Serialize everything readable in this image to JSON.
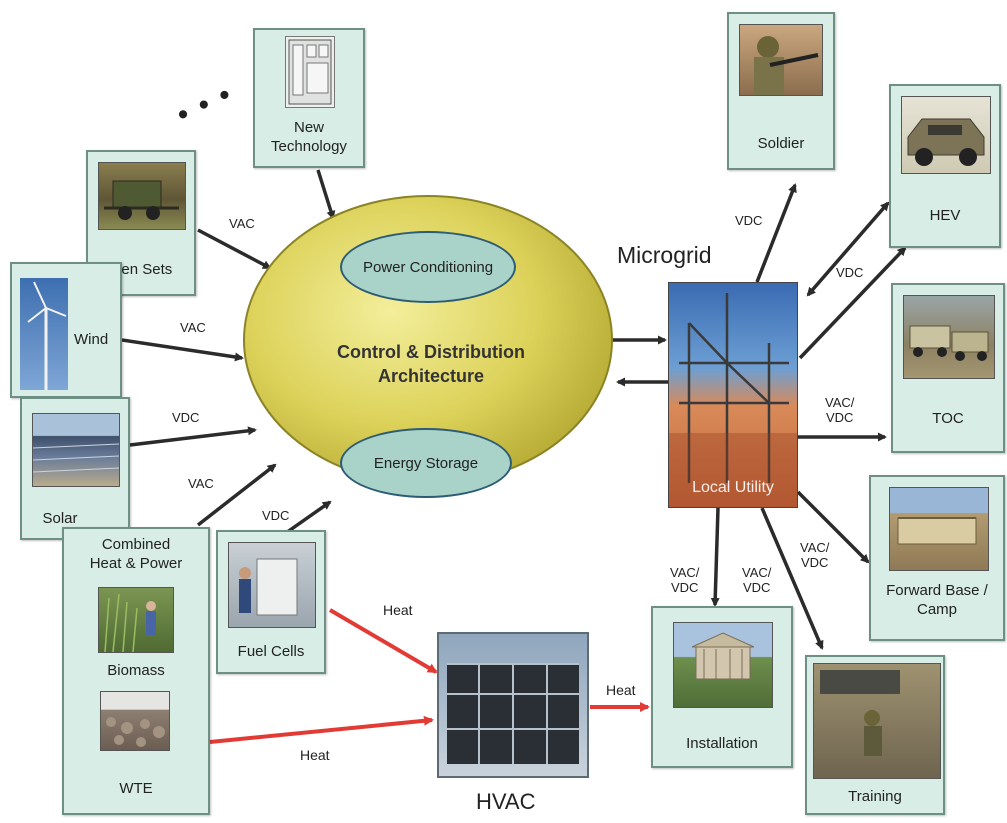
{
  "labels": {
    "new_technology": "New\nTechnology",
    "gen_sets": "Gen Sets",
    "wind": "Wind",
    "solar": "Solar",
    "chp": "Combined\nHeat & Power",
    "biomass": "Biomass",
    "wte": "WTE",
    "fuel_cells": "Fuel Cells",
    "soldier": "Soldier",
    "hev": "HEV",
    "toc": "TOC",
    "forward_base": "Forward Base /\nCamp",
    "installation": "Installation",
    "training": "Training",
    "hvac": "HVAC",
    "microgrid": "Microgrid",
    "local_utility": "Local Utility",
    "central_title": "Control & Distribution\nArchitecture",
    "power_conditioning": "Power Conditioning",
    "energy_storage": "Energy Storage",
    "ellipsis": "• • •"
  },
  "edge_labels": {
    "gen_vac": "VAC",
    "wind_vac": "VAC",
    "solar_vdc": "VDC",
    "chp_vac": "VAC",
    "fuel_vdc": "VDC",
    "soldier_vdc": "VDC",
    "hev_vdc": "VDC",
    "toc_vac_vdc": "VAC/\nVDC",
    "install_vac_vdc": "VAC/\nVDC",
    "training_vac_vdc": "VAC/\nVDC",
    "base_vac_vdc": "VAC/\nVDC",
    "heat_fuel": "Heat",
    "heat_wte": "Heat",
    "heat_hvac": "Heat"
  },
  "colors": {
    "box_fill": "#d7ede5",
    "central_fill": "#ddd35a",
    "inner_oval_fill": "#a9d3c9",
    "electric_arrow": "#2b2b2b",
    "heat_arrow": "#e23b35"
  }
}
